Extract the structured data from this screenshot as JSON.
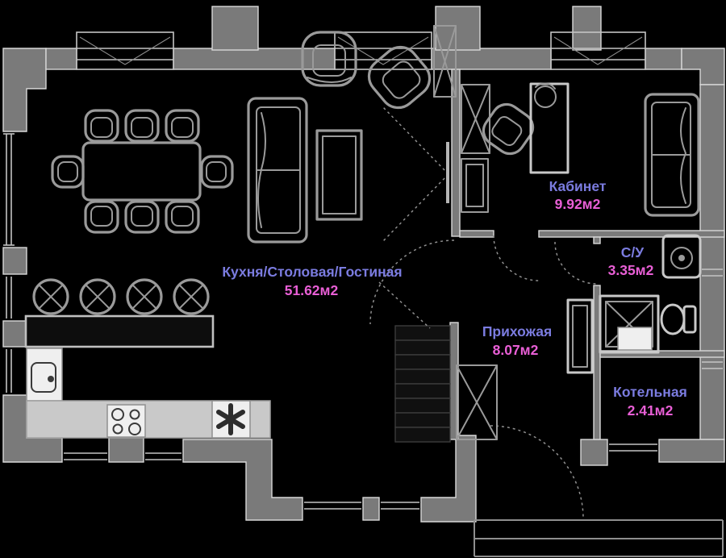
{
  "floorplan": {
    "colors": {
      "background": "#000000",
      "walls": "#7a7a7a",
      "furniture_line": "#9a9a9a",
      "room_name": "#7b7ce0",
      "room_area": "#e95fd6"
    },
    "rooms": [
      {
        "id": "kitchen-dining-living",
        "name": "Кухня/Столовая/Гостиная",
        "area": "51.62м2"
      },
      {
        "id": "office",
        "name": "Кабинет",
        "area": "9.92м2"
      },
      {
        "id": "bathroom",
        "name": "С/У",
        "area": "3.35м2"
      },
      {
        "id": "hallway",
        "name": "Прихожая",
        "area": "8.07м2"
      },
      {
        "id": "boiler-room",
        "name": "Котельная",
        "area": "2.41м2"
      }
    ],
    "furniture_icons": [
      "dining-table",
      "dining-chair",
      "bar-counter",
      "bar-stool",
      "kitchen-sink",
      "stove",
      "hood-asterisk",
      "sofa",
      "armchair",
      "coffee-table",
      "tv",
      "wardrobe",
      "desk",
      "desk-chair",
      "office-sofa",
      "washing-machine",
      "shower-cabin",
      "toilet",
      "radiator",
      "stairs",
      "entrance-door-arc",
      "porch-steps"
    ]
  }
}
